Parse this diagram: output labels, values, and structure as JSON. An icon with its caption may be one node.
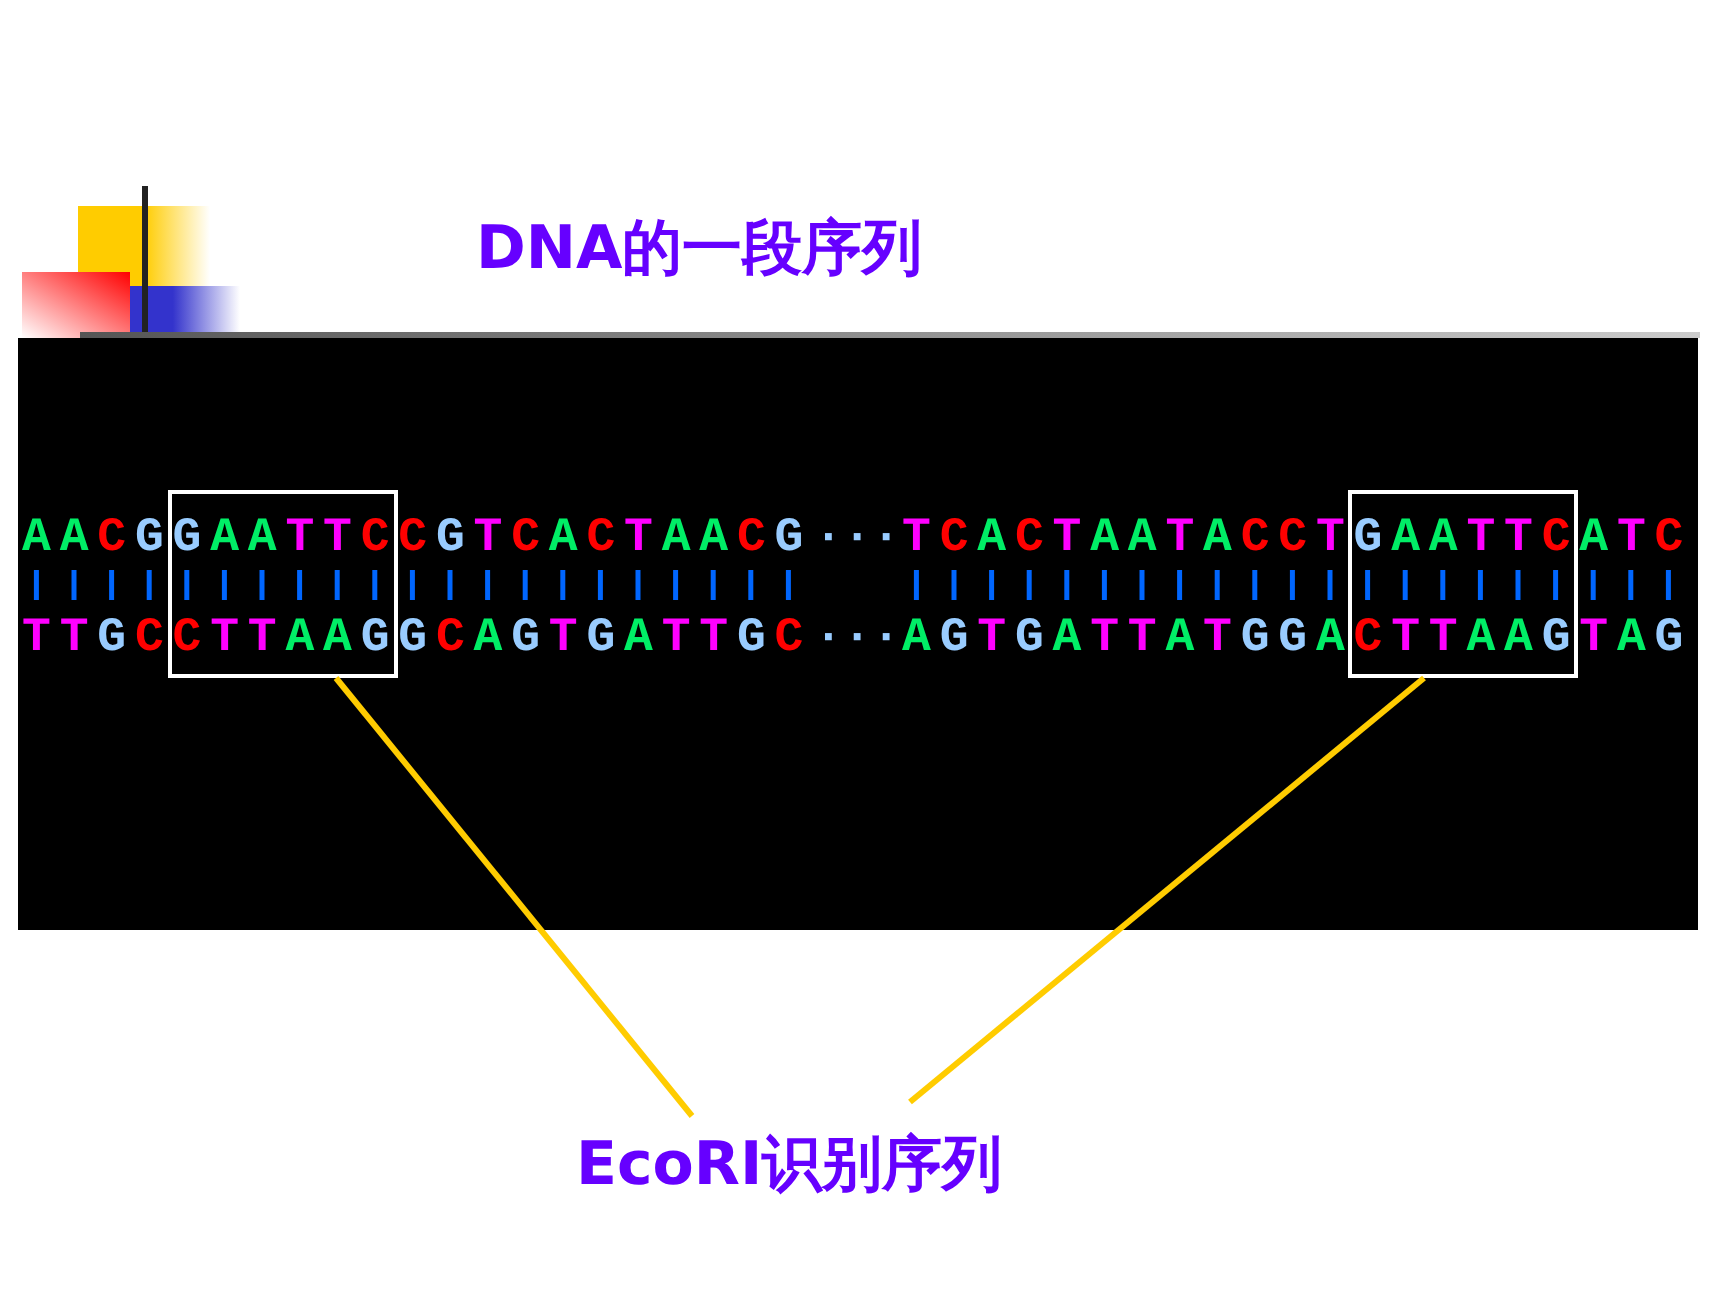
{
  "diagram": {
    "title": "DNA的一段序列",
    "nodes": [
      {
        "text": [],
        "shape": "box"
      },
      {
        "text": [],
        "shape": "box"
      },
      {
        "text": [
          "EcoRI识别序列"
        ]
      }
    ],
    "edges": [
      {
        "from": 2,
        "to": 0,
        "arrow": "none"
      },
      {
        "from": 2,
        "to": 1,
        "arrow": "none"
      }
    ],
    "labels": [
      "AACGGAATTCCGTCACTAACG",
      "···",
      "TCACTAATACCTGAATTCATC",
      "TTGCCTTAAGGCAGTGATTGC",
      "···",
      "AGTGATTATGGACTTAAGTAG"
    ]
  }
}
